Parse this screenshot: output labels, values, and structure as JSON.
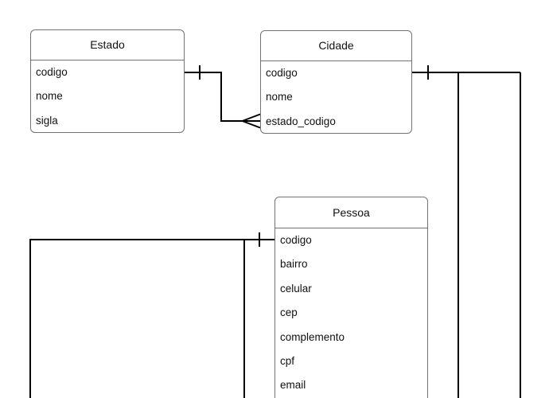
{
  "diagram": {
    "type": "entity-relationship",
    "background_color": "#ffffff",
    "connector_color": "#000000",
    "entity_border_color": "#737373",
    "text_color": "#111111",
    "entities": [
      {
        "id": "estado",
        "title": "Estado",
        "fields": [
          "codigo",
          "nome",
          "sigla"
        ]
      },
      {
        "id": "cidade",
        "title": "Cidade",
        "fields": [
          "codigo",
          "nome",
          "estado_codigo"
        ]
      },
      {
        "id": "pessoa",
        "title": "Pessoa",
        "fields": [
          "codigo",
          "bairro",
          "celular",
          "cep",
          "complemento",
          "cpf",
          "email"
        ]
      }
    ],
    "relationships": [
      {
        "from": "Estado.codigo",
        "to": "Cidade.estado_codigo",
        "from_cardinality": "one",
        "to_cardinality": "many"
      },
      {
        "from": "Cidade.codigo",
        "to": "offscreen-bottom",
        "from_cardinality": "one",
        "branches": 2
      },
      {
        "from": "Pessoa.codigo",
        "to": "offscreen-bottom",
        "from_cardinality": "one",
        "branches": 2
      }
    ]
  }
}
